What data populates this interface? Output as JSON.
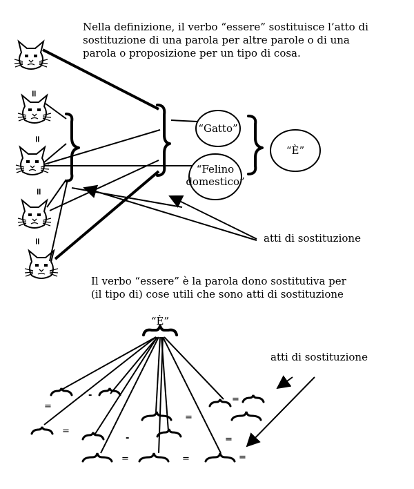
{
  "top_caption": "Nella definizione, il verbo “essere” sostituisce l’atto di sostituzione di una parola per altre parole o di una parola o proposizione per un tipo di cosa.",
  "cat_equals": [
    "=",
    "=",
    "=",
    "="
  ],
  "bubble_gatto": "“Gatto”",
  "bubble_felino_1": "“Felino",
  "bubble_felino_2": "domestico”",
  "bubble_e_top": "“È”",
  "label_atti_top": "atti di sostituzione",
  "mid_caption": "Il verbo “essere” è la parola dono sostitutiva per (il tipo di) cose utili che sono atti di sostituzione",
  "bottom_e": "“È”",
  "label_atti_bottom": "atti di sostituzione",
  "bottom_equals": [
    "=",
    "=",
    "=",
    "=",
    "=",
    "=",
    "=",
    "="
  ],
  "icons": [
    "cat-face-icon",
    "curly-brace-icon",
    "arrow-icon"
  ]
}
